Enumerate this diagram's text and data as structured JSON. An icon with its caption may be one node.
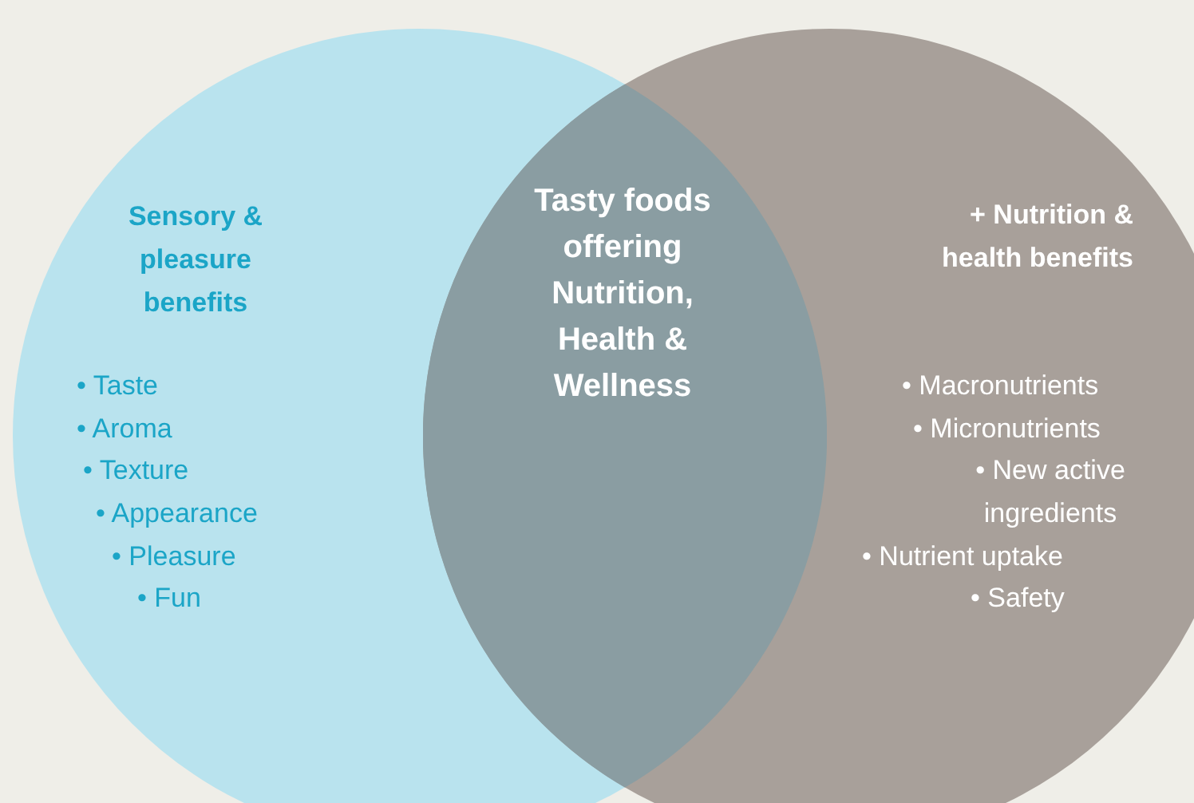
{
  "diagram": {
    "nodes": [
      {
        "text": [
          "Sensory & pleasure benefits",
          "• Taste",
          "• Aroma",
          "• Texture",
          "• Appearance",
          "• Pleasure",
          "• Fun"
        ]
      },
      {
        "text": [
          "+ Nutrition & health benefits",
          "• Macronutrients",
          "• Micronutrients",
          "• New active ingredients",
          "• Nutrient uptake",
          "• Safety"
        ]
      },
      {
        "text": [
          "Tasty foods offering Nutrition, Health & Wellness"
        ]
      }
    ],
    "edges": []
  }
}
